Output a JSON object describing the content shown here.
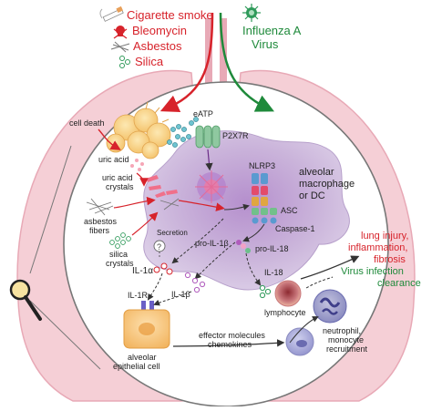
{
  "triggers": {
    "items": [
      "Cigarette smoke",
      "Bleomycin",
      "Asbestos",
      "Silica"
    ],
    "virus": [
      "Influenza A",
      "Virus"
    ]
  },
  "labels": {
    "cell_death": "cell death",
    "eatp": "eATP",
    "p2x7r": "P2X7R",
    "uric_acid": "uric acid",
    "uric_crystals": [
      "uric acid",
      "crystals"
    ],
    "asbestos_fibers": [
      "asbestos",
      "fibers"
    ],
    "silica_crystals": [
      "silica",
      "crystals"
    ],
    "nlrp3": "NLRP3",
    "asc": "ASC",
    "caspase": "Caspase-1",
    "macrophage": [
      "alveolar",
      "macrophage",
      "or DC"
    ],
    "secretion": "Secretion",
    "question": "?",
    "pro_il1b": "pro-IL-1β",
    "pro_il18": "pro-IL-18",
    "il1a": "IL-1α",
    "il1b": "IL-1β",
    "il1r": "IL-1R",
    "il18": "IL-18",
    "lymphocyte": "lymphocyte",
    "epithelial": [
      "alveolar",
      "epithelial cell"
    ],
    "effector": [
      "effector molecules",
      "chemokines"
    ],
    "neutrophil": [
      "neutrophil,",
      "monocyte",
      "recruitment"
    ],
    "outcome_red": [
      "lung injury,",
      "inflammation,",
      "fibrosis"
    ],
    "outcome_green": [
      "Virus infection",
      "clearance"
    ]
  },
  "colors": {
    "red": "#d7232b",
    "green": "#1f8a3b",
    "lung": "#f5cfd6",
    "lung_line": "#e8a9b6",
    "macrophage": "#c9b3d8",
    "cell_core": "#8c4fa8",
    "epithelial": "#f6c78a",
    "crystal": "#f0708a",
    "receptor": "#8fc8a0"
  },
  "icons": [
    "cigarette-icon",
    "skull-icon",
    "asbestos-icon",
    "silica-icon",
    "virus-icon",
    "magnifier-icon"
  ]
}
